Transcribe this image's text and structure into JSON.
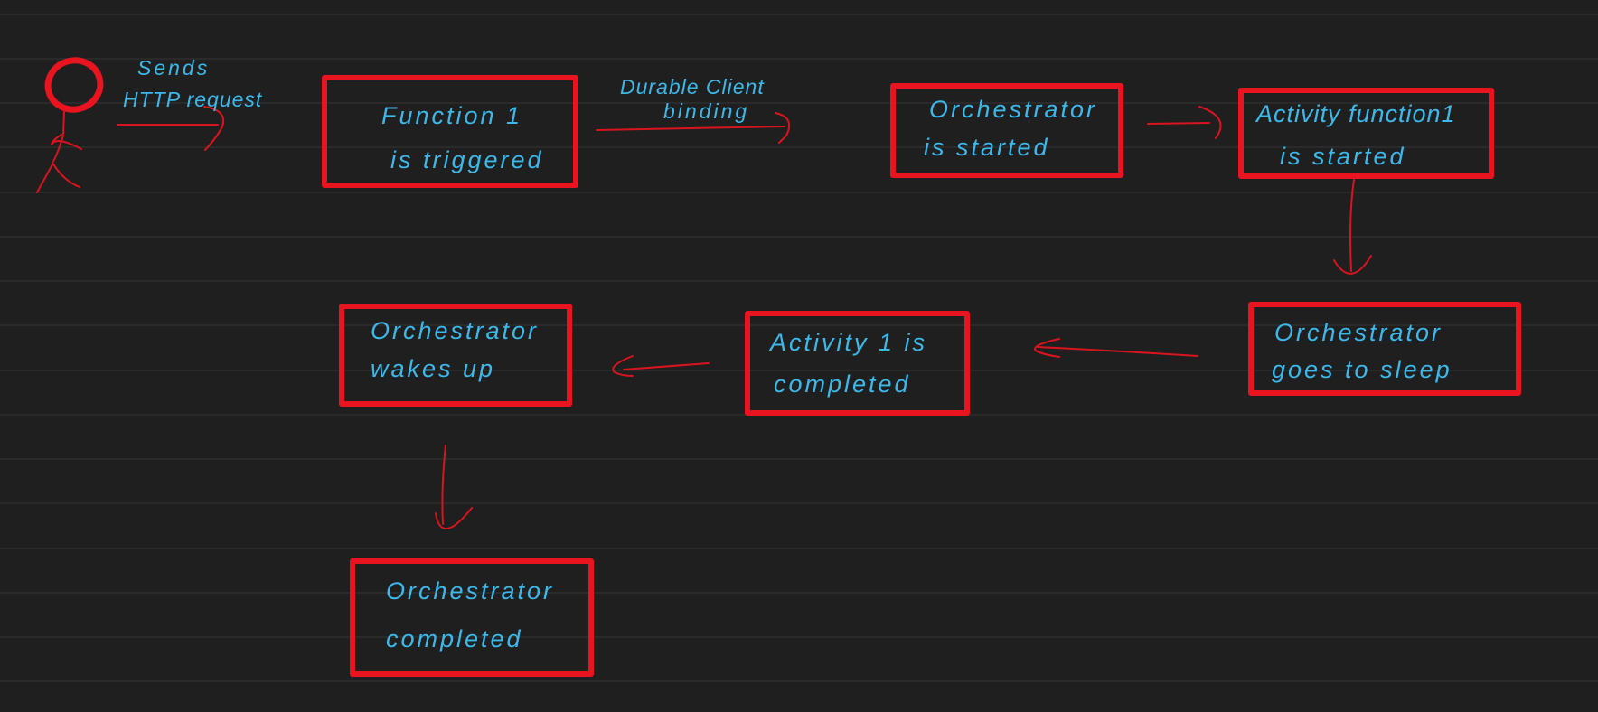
{
  "colors": {
    "background": "#1f1f1f",
    "box_stroke": "#e8141f",
    "text": "#3cb8ea"
  },
  "actor": {
    "icon": "stick-figure-user"
  },
  "edge_labels": {
    "http": {
      "line1": "Sends",
      "line2": "HTTP request"
    },
    "durable": {
      "line1": "Durable Client",
      "line2": "binding"
    }
  },
  "nodes": [
    {
      "line1": "Function 1",
      "line2": "is triggered"
    },
    {
      "line1": "Orchestrator",
      "line2": "is started"
    },
    {
      "line1": "Activity function1",
      "line2": "is started"
    },
    {
      "line1": "Orchestrator",
      "line2": "goes to sleep"
    },
    {
      "line1": "Activity 1 is",
      "line2": "completed"
    },
    {
      "line1": "Orchestrator",
      "line2": "wakes up"
    },
    {
      "line1": "Orchestrator",
      "line2": "completed"
    }
  ]
}
